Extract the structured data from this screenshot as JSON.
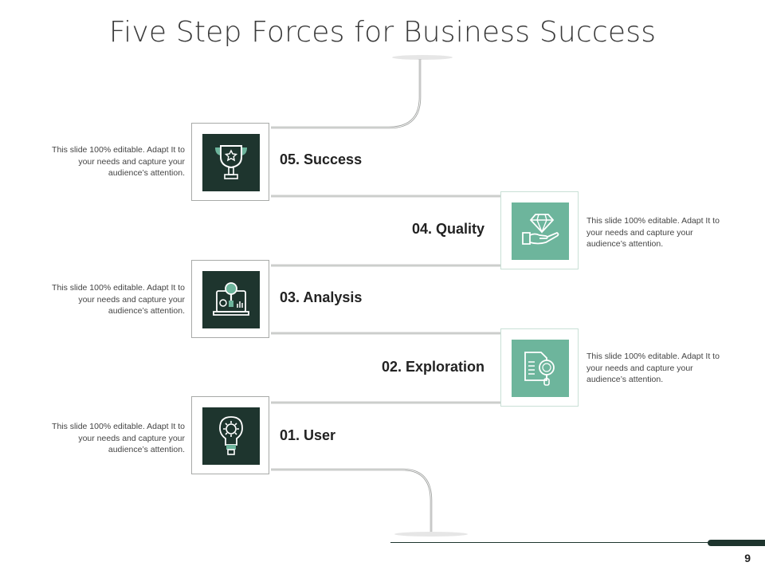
{
  "slide": {
    "title": "Five Step Forces for Business Success",
    "page_number": "9"
  },
  "steps": [
    {
      "label": "05. Success",
      "icon": "trophy-icon",
      "tone": "dark",
      "description": "This slide 100% editable. Adapt It to your needs and capture your audience’s attention."
    },
    {
      "label": "04. Quality",
      "icon": "diamond-hand-icon",
      "tone": "light",
      "description": "This slide 100% editable. Adapt It to your needs and capture your audience’s attention."
    },
    {
      "label": "03. Analysis",
      "icon": "laptop-analysis-icon",
      "tone": "dark",
      "description": "This slide 100% editable. Adapt It to your needs and capture your audience’s attention."
    },
    {
      "label": "02. Exploration",
      "icon": "document-search-icon",
      "tone": "light",
      "description": "This slide 100% editable. Adapt It to your needs and capture your audience’s attention."
    },
    {
      "label": "01. User",
      "icon": "lightbulb-gear-icon",
      "tone": "dark",
      "description": "This slide 100% editable. Adapt It to your needs and capture your audience’s attention."
    }
  ],
  "colors": {
    "dark_green": "#1e352e",
    "light_green": "#6db59c"
  }
}
